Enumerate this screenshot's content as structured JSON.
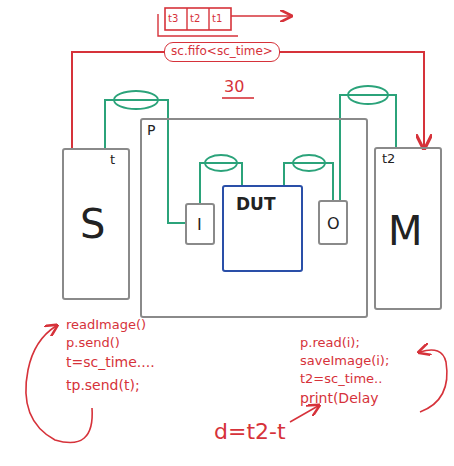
{
  "diagram": {
    "nodes": [
      {
        "text": [
          "t",
          "S"
        ]
      },
      {
        "text": [
          "P"
        ]
      },
      {
        "text": [
          "I"
        ],
        "in": 1
      },
      {
        "text": [
          "DUT"
        ],
        "in": 1
      },
      {
        "text": [
          "O"
        ],
        "in": 1
      },
      {
        "text": [
          "t2",
          "M"
        ]
      }
    ],
    "edges": [
      {
        "from": 0,
        "to": 2,
        "arrow": "none"
      },
      {
        "from": 2,
        "to": 3,
        "arrow": "none"
      },
      {
        "from": 3,
        "to": 4,
        "arrow": "none"
      },
      {
        "from": 4,
        "to": 5,
        "arrow": "none"
      },
      {
        "from": 0,
        "to": 5,
        "label": "sc.fifo<sc_time>",
        "arrow": "to"
      }
    ],
    "labels": [
      "t3",
      "t2",
      "t1",
      "30",
      "readImage()",
      "p.send()",
      "t=sc_time....",
      "tp.send(t);",
      "p.read(i);",
      "saveImage(i);",
      "t2=sc_time..",
      "print(Delay",
      "d=t2-t"
    ]
  }
}
